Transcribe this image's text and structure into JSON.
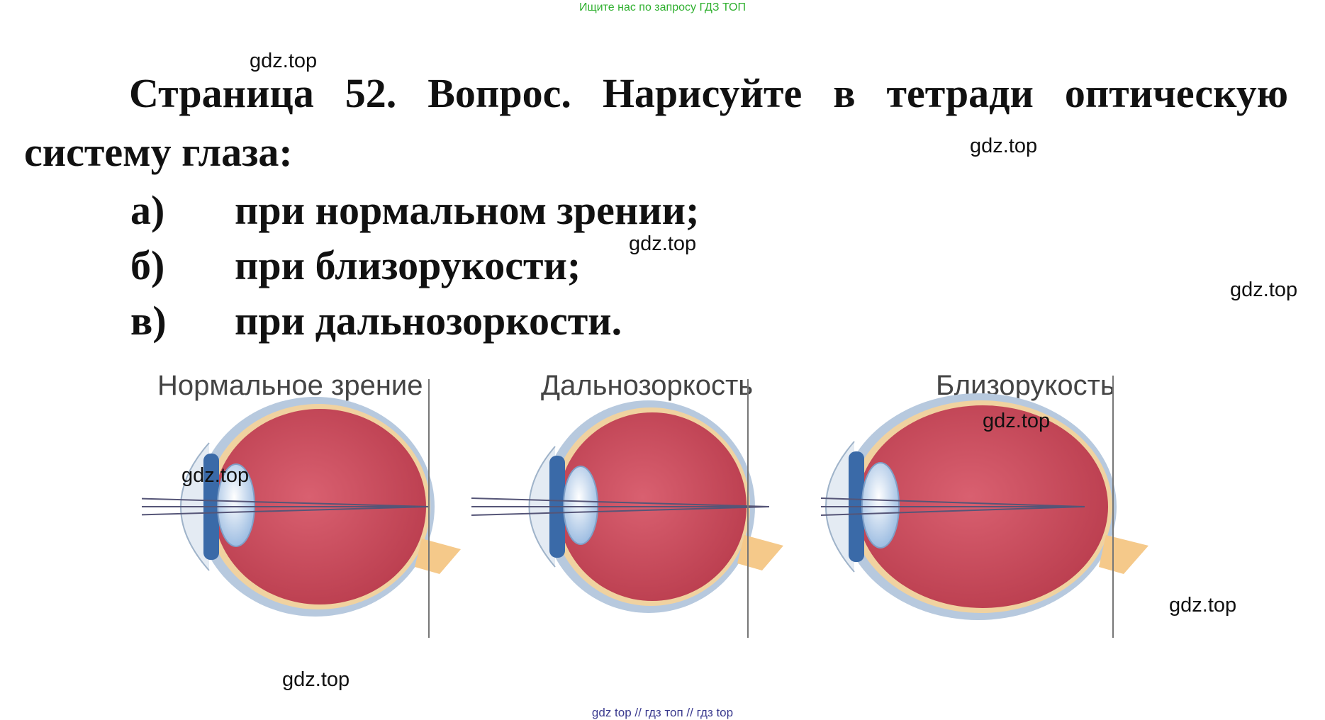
{
  "banner": "Ищите нас по запросу ГДЗ ТОП",
  "question": {
    "line1_words": [
      "Страница",
      "52.",
      "Вопрос.",
      "Нарисуйте",
      "в",
      "тетради",
      "оптическую"
    ],
    "line2": "систему глаза:",
    "items": [
      {
        "marker": "а)",
        "text": "при нормальном зрении;"
      },
      {
        "marker": "б)",
        "text": "при близорукости;"
      },
      {
        "marker": "в)",
        "text": "при дальнозоркости."
      }
    ]
  },
  "diagram": {
    "labels": [
      "Нормальное зрение",
      "Дальнозоркость",
      "Близорукость"
    ],
    "colors": {
      "eyeball": "#c94a5a",
      "sclera": "#f0d2a0",
      "outer": "#b7c9de",
      "cornea": "#dfe6ee",
      "lens": "#bcd3ec",
      "iris": "#3a6aa8",
      "nerve": "#f5c98a",
      "ray": "#555577"
    }
  },
  "watermarks": [
    "gdz.top",
    "gdz.top",
    "gdz.top",
    "gdz.top",
    "gdz.top",
    "gdz.top",
    "gdz.top",
    "gdz.top"
  ],
  "footer": "gdz top  //  гдз топ  //  гдз top"
}
